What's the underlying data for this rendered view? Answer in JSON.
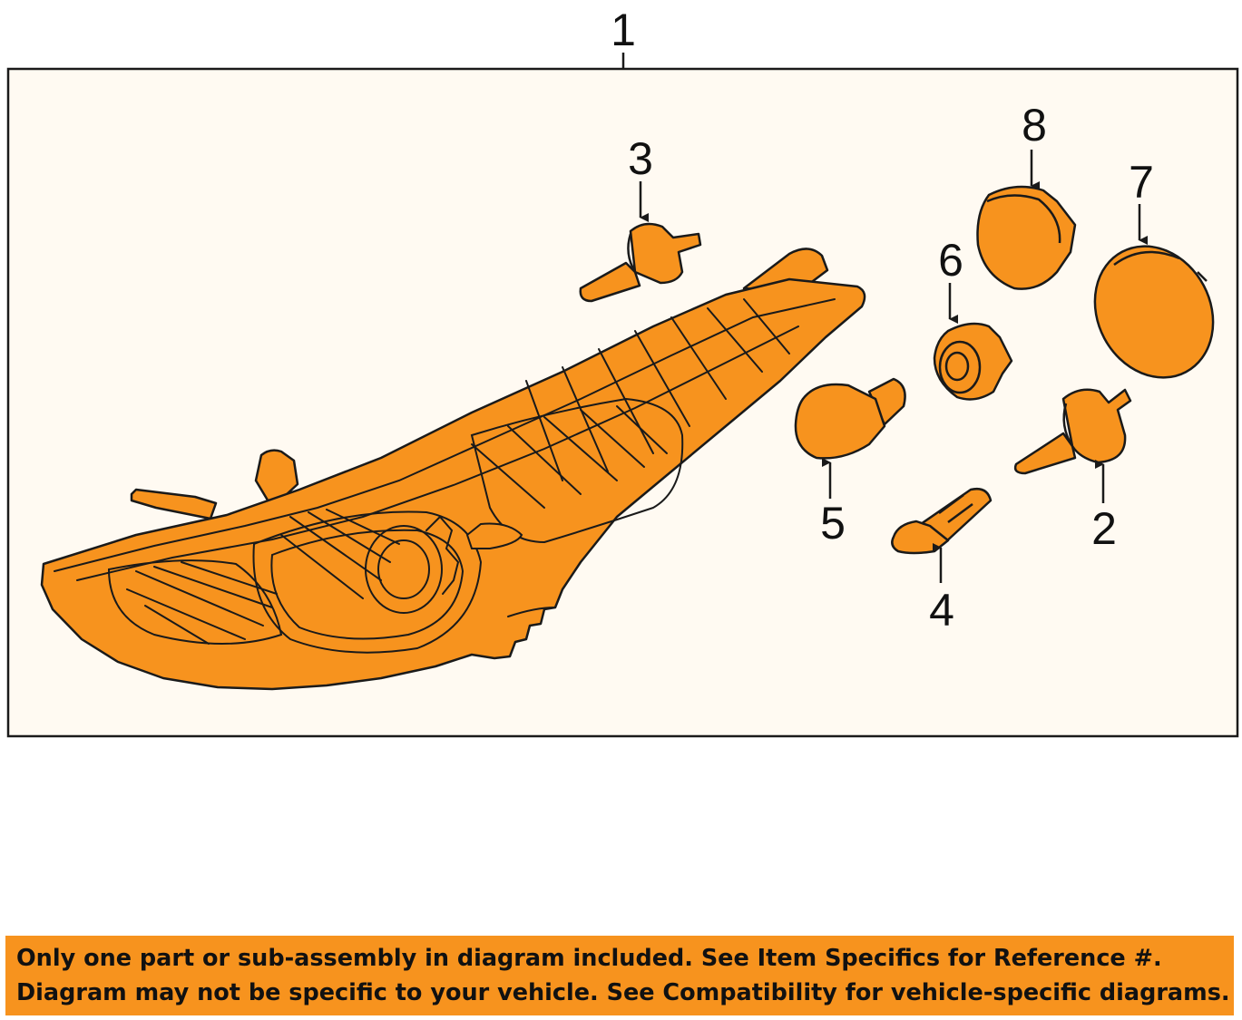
{
  "diagram": {
    "callouts": {
      "c1": "1",
      "c2": "2",
      "c3": "3",
      "c4": "4",
      "c5": "5",
      "c6": "6",
      "c7": "7",
      "c8": "8"
    }
  },
  "notice": {
    "line1": "Only one part or sub-assembly in diagram included. See Item Specifics for Reference #.",
    "line2": "Diagram may not be specific to your vehicle. See Compatibility for vehicle-specific diagrams."
  },
  "colors": {
    "part_fill": "#f7931e",
    "line": "#1a1a1a",
    "panel_bg": "#fffaf2",
    "notice_bg": "#f7931e"
  }
}
